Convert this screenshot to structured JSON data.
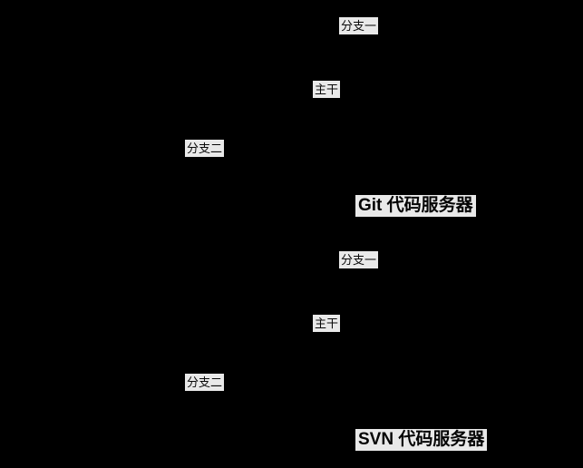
{
  "diagram": {
    "background_color": "#000000",
    "label_background_color": "#e9e9e9",
    "label_text_color": "#0a0a0a",
    "groups": [
      {
        "name": "git",
        "server_label": "Git 代码服务器",
        "branches": [
          {
            "label": "分支一"
          },
          {
            "label": "主干"
          },
          {
            "label": "分支二"
          }
        ]
      },
      {
        "name": "svn",
        "server_label": "SVN 代码服务器",
        "branches": [
          {
            "label": "分支一"
          },
          {
            "label": "主干"
          },
          {
            "label": "分支二"
          }
        ]
      }
    ]
  }
}
